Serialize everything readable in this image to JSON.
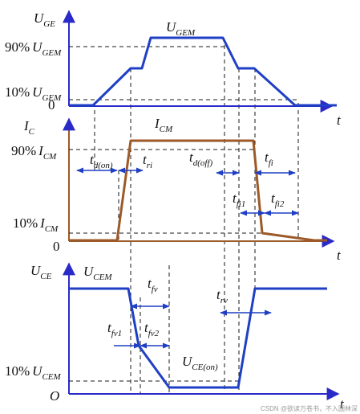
{
  "colors": {
    "voltage": "#1f3fc4",
    "current": "#9c5a28",
    "axis": "#2a2ac8",
    "dash": "#1a1a1a"
  },
  "ge_panel": {
    "axis_var": "U",
    "axis_sub": "GE",
    "curve_var": "U",
    "curve_sub": "GEM",
    "pct90": "90%",
    "pct90_var": "U",
    "pct90_sub": "GEM",
    "pct10": "10%",
    "pct10_var": "U",
    "pct10_sub": "GEM",
    "zero": "0",
    "t_label": "t"
  },
  "ic_panel": {
    "axis_var": "I",
    "axis_sub": "C",
    "curve_var": "I",
    "curve_sub": "CM",
    "pct90": "90%",
    "pct90_var": "I",
    "pct90_sub": "CM",
    "pct10": "10%",
    "pct10_var": "I",
    "pct10_sub": "CM",
    "zero": "0",
    "t_label": "t",
    "td_on_var": "t",
    "td_on_sub": "d(on)",
    "tri_var": "t",
    "tri_sub": "ri",
    "td_off_var": "t",
    "td_off_sub": "d(off)",
    "tfi_var": "t",
    "tfi_sub": "fi",
    "tfi1_var": "t",
    "tfi1_sub": "fi1",
    "tfi2_var": "t",
    "tfi2_sub": "fi2"
  },
  "ce_panel": {
    "axis_var": "U",
    "axis_sub": "CE",
    "curve_var": "U",
    "curve_sub": "CEM",
    "pct10": "10%",
    "pct10_var": "U",
    "pct10_sub": "CEM",
    "on_var": "U",
    "on_sub": "CE(on)",
    "zero": "O",
    "t_label": "t",
    "tfv_var": "t",
    "tfv_sub": "fv",
    "tfv1_var": "t",
    "tfv1_sub": "fv1",
    "tfv2_var": "t",
    "tfv2_sub": "fv2",
    "trv_var": "t",
    "trv_sub": "rv"
  },
  "watermark": "CSDN @欲读万卷书，不入圆林深"
}
